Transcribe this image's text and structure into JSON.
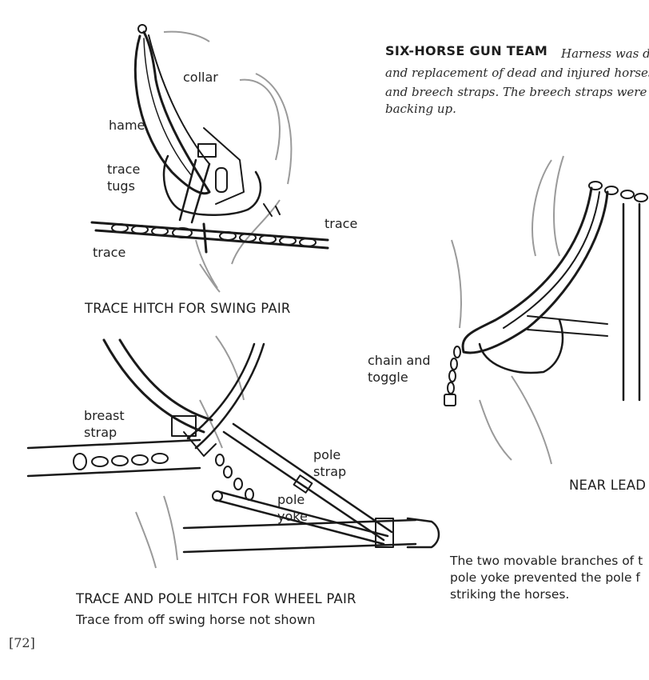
{
  "header": {
    "title": "SIX-HORSE GUN TEAM",
    "lines": [
      "Harness was d",
      "and replacement of dead and injured horses.",
      "and breech straps. The breech straps were",
      "backing up."
    ]
  },
  "figure_swing": {
    "labels": {
      "collar": "collar",
      "hame": "hame",
      "trace_tugs_1": "trace",
      "trace_tugs_2": "tugs",
      "trace_right": "trace",
      "trace_left": "trace"
    },
    "caption": "TRACE HITCH FOR SWING PAIR"
  },
  "figure_lead": {
    "labels": {
      "chain_1": "chain and",
      "chain_2": "toggle"
    },
    "caption": "NEAR LEAD"
  },
  "figure_wheel": {
    "labels": {
      "breast_1": "breast",
      "breast_2": "strap",
      "pole_strap_1": "pole",
      "pole_strap_2": "strap",
      "pole_yoke_1": "pole",
      "pole_yoke_2": "yoke"
    },
    "caption": "TRACE AND POLE HITCH FOR WHEEL PAIR",
    "subcaption": "Trace from off swing horse not shown"
  },
  "side_note": [
    "The two movable branches of t",
    "pole yoke prevented the pole f",
    "striking the horses."
  ],
  "page_number": "[72]"
}
